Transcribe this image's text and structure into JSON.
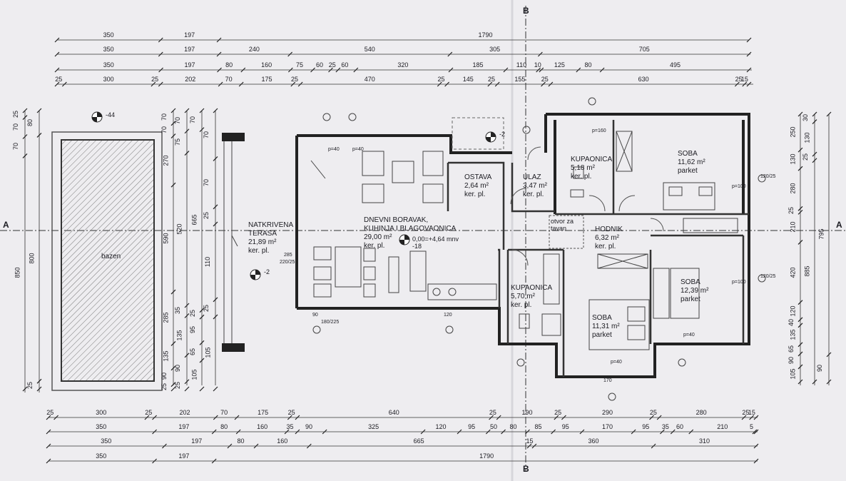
{
  "dims": {
    "top": [
      [
        "350",
        "197",
        "1790"
      ],
      [
        "350",
        "197",
        "240",
        "540",
        "305",
        "705"
      ],
      [
        "350",
        "197",
        "80",
        "160",
        "75",
        "60",
        "25",
        "60",
        "320",
        "185",
        "110",
        "10",
        "125",
        "80",
        "495"
      ],
      [
        "25",
        "300",
        "25",
        "202",
        "70",
        "175",
        "25",
        "470",
        "25",
        "145",
        "25",
        "155",
        "25",
        "630",
        "25",
        "15"
      ]
    ],
    "bottom": [
      [
        "25",
        "300",
        "25",
        "202",
        "70",
        "175",
        "25",
        "640",
        "25",
        "190",
        "25",
        "290",
        "25",
        "280",
        "25",
        "15"
      ],
      [
        "350",
        "197",
        "80",
        "160",
        "35",
        "90",
        "325",
        "120",
        "95",
        "50",
        "80",
        "85",
        "95",
        "170",
        "95",
        "35",
        "60",
        "210",
        "5"
      ],
      [
        "350",
        "197",
        "80",
        "160",
        "665",
        "15",
        "360",
        "310"
      ],
      [
        "350",
        "197",
        "1790"
      ]
    ],
    "left": [
      [
        "25",
        "70",
        "70",
        "850"
      ],
      [
        "80",
        "800",
        "25"
      ],
      [
        "70",
        "70",
        "270",
        "590",
        "285",
        "135",
        "90",
        "25"
      ],
      [
        "70",
        "75",
        "520",
        "35",
        "135",
        "90",
        "25"
      ],
      [
        "70",
        "665",
        "25",
        "95",
        "65",
        "105"
      ],
      [
        "70",
        "70",
        "25",
        "110",
        "25",
        "105"
      ]
    ],
    "right": [
      [
        "250",
        "130",
        "280",
        "25",
        "210",
        "420",
        "120",
        "40",
        "135",
        "65",
        "90",
        "105"
      ],
      [
        "30",
        "130",
        "25",
        "885"
      ],
      [
        "795",
        "90"
      ]
    ]
  },
  "section_marks": {
    "a": "A",
    "b": "B"
  },
  "rooms": {
    "pool": "bazen",
    "terrace": {
      "name1": "NATKRIVENA",
      "name2": "TERASA",
      "area": "21,89 m²",
      "floor": "ker. pl."
    },
    "living": {
      "name1": "DNEVNI BORAVAK,",
      "name2": "KUHINJA I BLAGOVAONICA",
      "area": "29,00 m²",
      "floor": "ker. pl."
    },
    "storage": {
      "name": "OSTAVA",
      "area": "2,64 m²",
      "floor": "ker. pl."
    },
    "entrance": {
      "name": "ULAZ",
      "area": "3,47 m²",
      "floor": "ker. pl."
    },
    "bath1": {
      "name": "KUPAONICA",
      "area": "5,18 m²",
      "floor": "ker. pl."
    },
    "bed1": {
      "name": "SOBA",
      "area": "11,62 m²",
      "floor": "parket"
    },
    "hall": {
      "name": "HODNIK",
      "area": "6,32 m²",
      "floor": "ker. pl."
    },
    "attic": {
      "line1": "otvor za",
      "line2": "tavan"
    },
    "bath2": {
      "name": "KUPAONICA",
      "area": "5,70 m²",
      "floor": "ker. pl."
    },
    "bed2": {
      "name": "SOBA",
      "area": "12,39 m²",
      "floor": "parket"
    },
    "bed3": {
      "name": "SOBA",
      "area": "11,31 m²",
      "floor": "parket"
    }
  },
  "levels": {
    "pool": "-44",
    "terrace": "-2",
    "entry": "-2",
    "living_line1": "0,00=+4,64 mnv",
    "living_line2": "-18"
  },
  "window_tags": {
    "p40": "p=40",
    "p100": "p=100",
    "p160": "p=160",
    "w90": "90",
    "w120": "120",
    "w170": "170",
    "w180_225": "180/225",
    "w120_25": "120/25",
    "w220_25": "220/25",
    "w285": "285"
  }
}
